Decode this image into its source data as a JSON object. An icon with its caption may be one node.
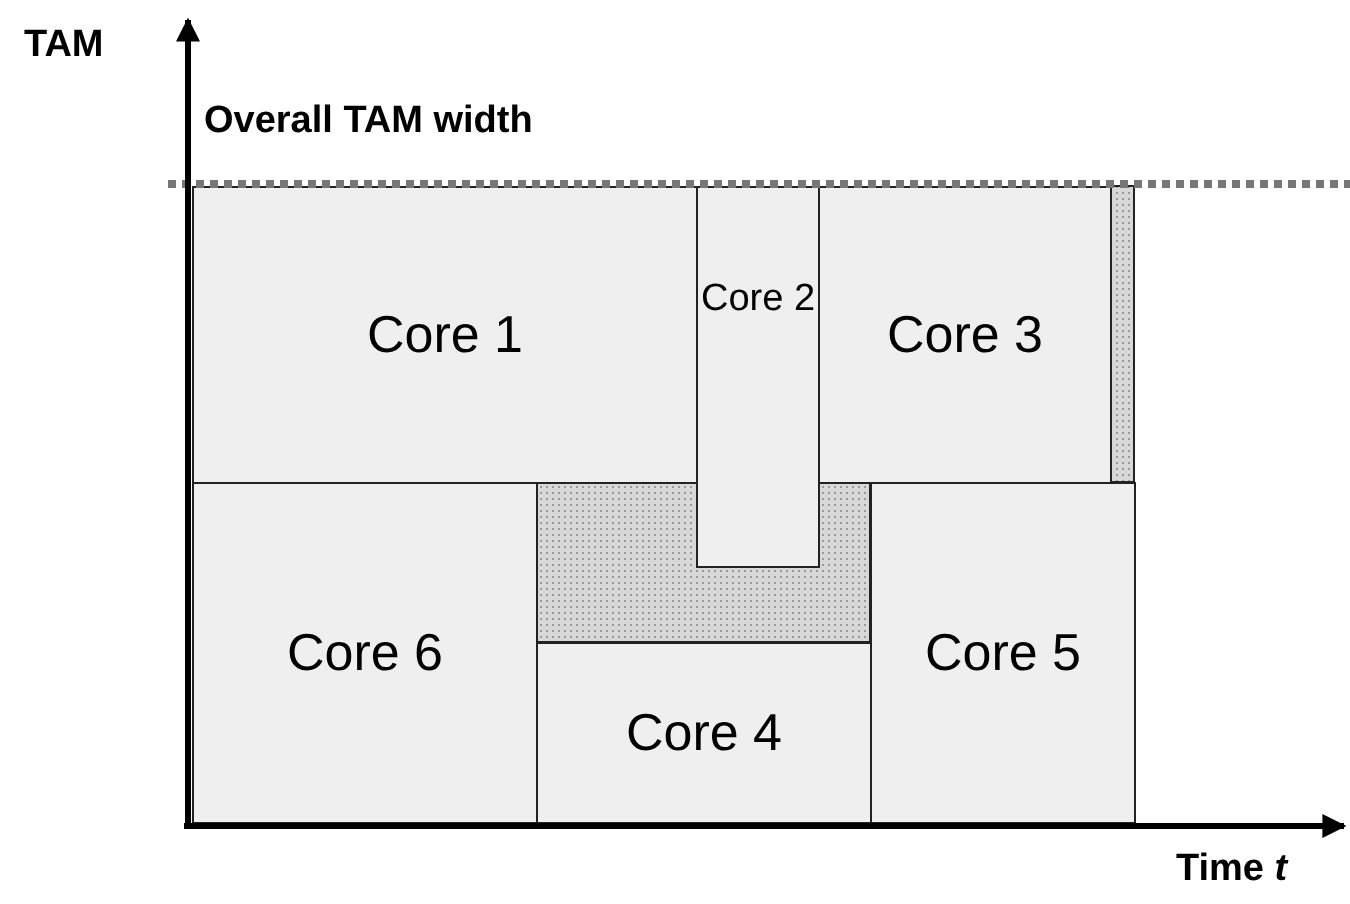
{
  "diagram": {
    "nodes": [
      {
        "text": [
          "Core 1"
        ]
      },
      {
        "text": [
          "Core 2"
        ]
      },
      {
        "text": [
          "Core 3"
        ]
      },
      {
        "text": [
          "Core 6"
        ]
      },
      {
        "text": [
          "Core 5"
        ]
      },
      {
        "text": [
          "Core 4"
        ]
      }
    ],
    "labels": [
      "TAM",
      "Overall TAM width",
      "Time *t*"
    ]
  }
}
